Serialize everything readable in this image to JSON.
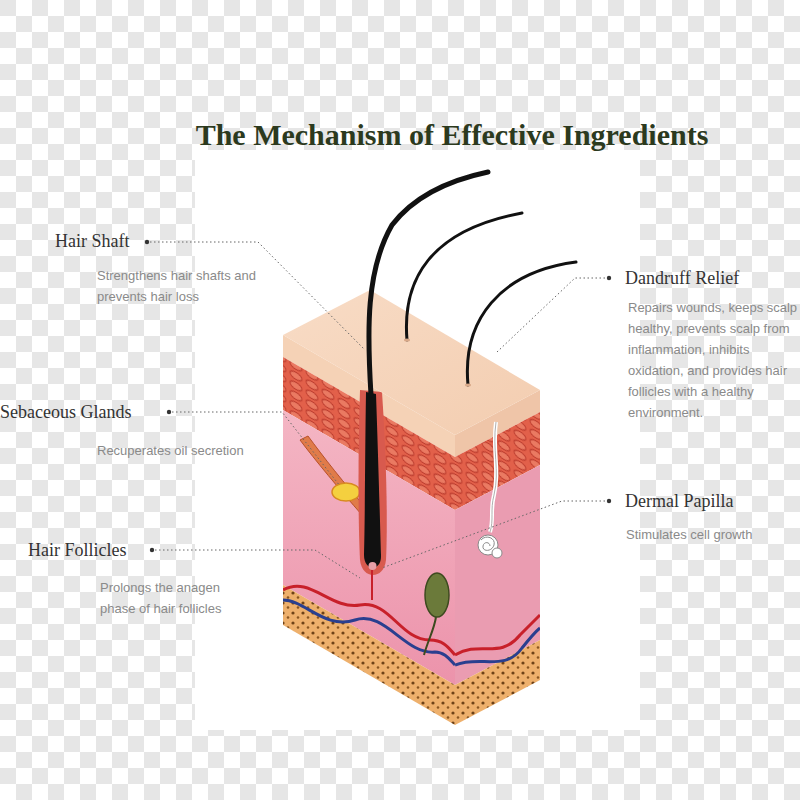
{
  "diagram": {
    "title": "The Mechanism of Effective Ingredients",
    "labels": [
      "Hair Shaft",
      "Strengthens hair shafts and prevents hair loss",
      "Sebaceous Glands",
      "Recuperates oil secretion",
      "Hair Follicles",
      "Prolongs the anagen phase of hair follicles",
      "Dandruff Relief",
      "Repairs wounds, keeps scalp healthy, prevents scalp from inflammation, inhibits oxidation, and provides hair follicles with a healthy environment.",
      "Dermal Papilla",
      "Stimulates cell growth"
    ]
  }
}
